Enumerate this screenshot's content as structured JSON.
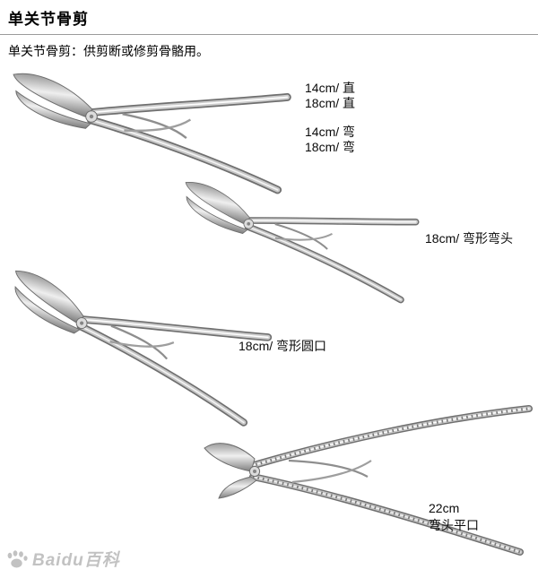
{
  "page": {
    "title": "单关节骨剪",
    "description": "单关节骨剪：供剪断或修剪骨骼用。"
  },
  "figure": {
    "instruments": [
      {
        "name": "bone-scissors-straight-and-curved",
        "labels": [
          "14cm/ 直",
          "18cm/ 直",
          "14cm/ 弯",
          "18cm/ 弯"
        ]
      },
      {
        "name": "bone-scissors-curved-bent-head",
        "labels": [
          "18cm/ 弯形弯头"
        ]
      },
      {
        "name": "bone-scissors-curved-round-mouth",
        "labels": [
          "18cm/ 弯形圆口"
        ]
      },
      {
        "name": "bone-cutter-bent-head-flat-mouth",
        "labels": [
          "22cm",
          "弯头平口"
        ]
      }
    ]
  },
  "watermark": {
    "text": "Baidu百科"
  },
  "colors": {
    "divider": "#9b9b9b",
    "metal_light": "#efefef",
    "metal_dark": "#7f7f7f",
    "watermark": "#9a9a9a",
    "text": "#000000"
  }
}
